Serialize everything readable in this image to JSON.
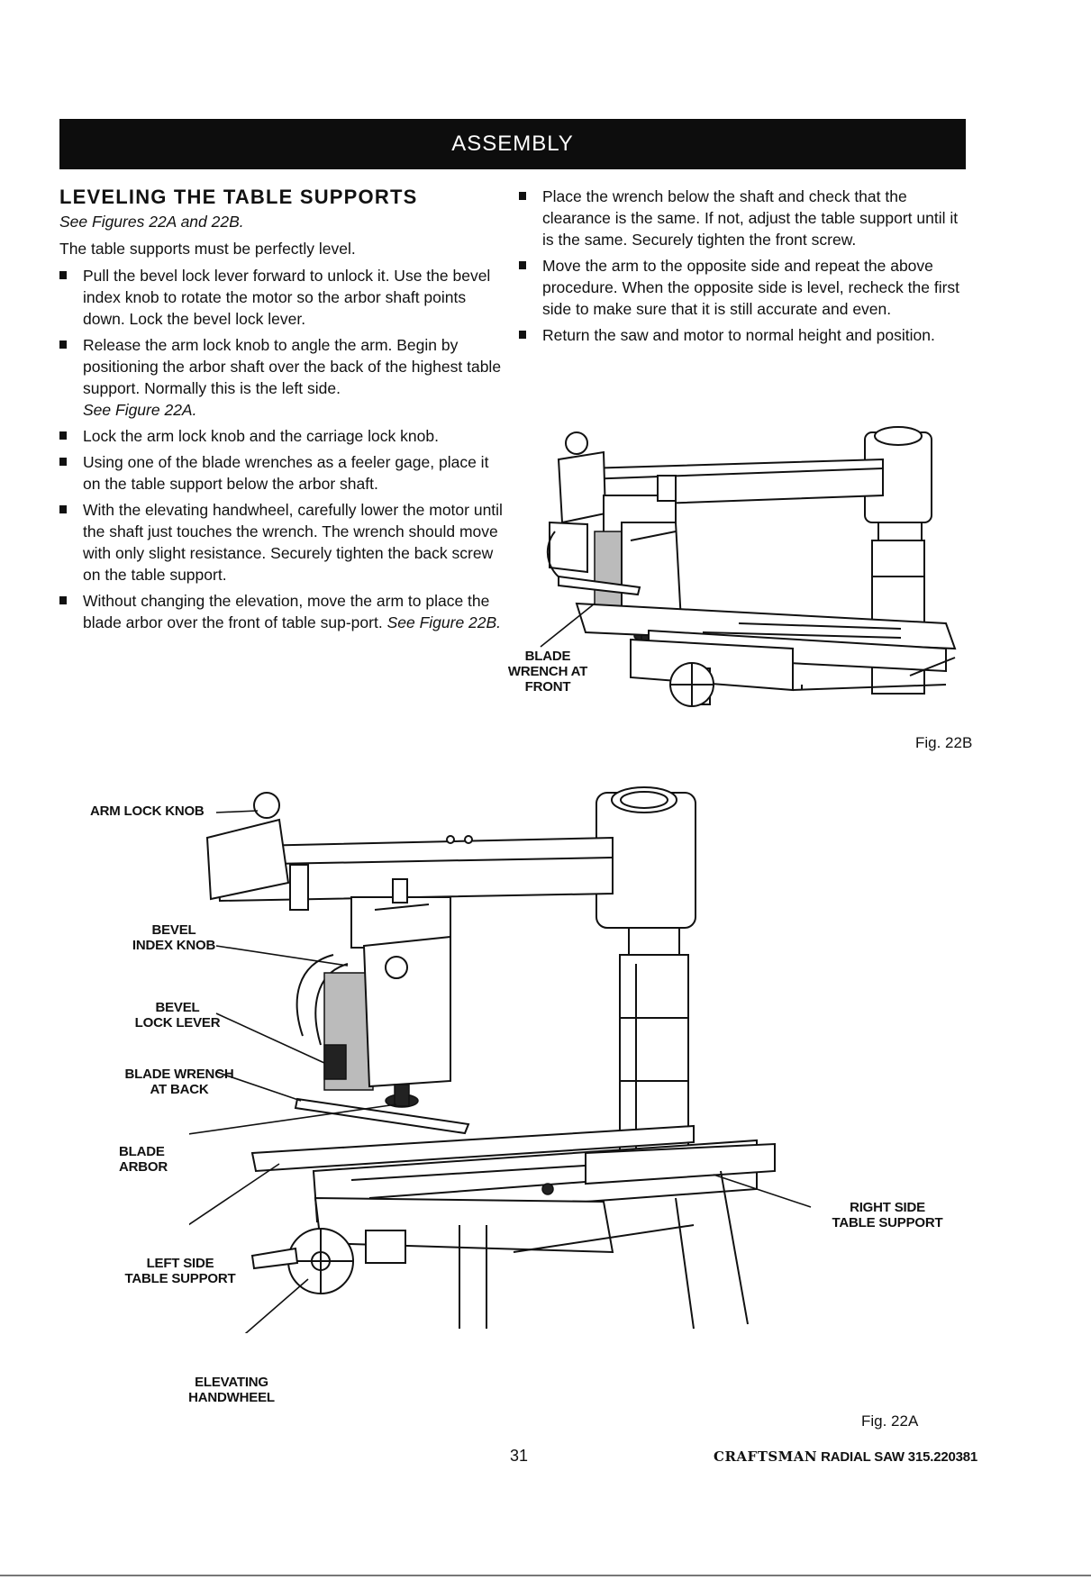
{
  "header": {
    "title": "ASSEMBLY"
  },
  "section": {
    "title": "LEVELING THE TABLE SUPPORTS",
    "see_figures": "See Figures 22A and 22B.",
    "intro": "The table supports must be perfectly level."
  },
  "left_bullets": [
    {
      "text": "Pull the bevel lock lever forward to unlock it. Use the bevel index knob to rotate the motor so the arbor shaft points down. Lock the bevel lock lever."
    },
    {
      "text": "Release the arm lock knob to angle the arm. Begin by positioning the arbor shaft over the back of the highest table support. Normally this is the left side.",
      "ref": "See Figure 22A."
    },
    {
      "text": "Lock the arm lock knob and the carriage lock knob."
    },
    {
      "text": "Using one of the blade wrenches as a feeler gage, place it on the table support below the arbor shaft."
    },
    {
      "text": "With the elevating handwheel, carefully lower the motor until the shaft just touches the wrench. The wrench should move with only slight resistance. Securely tighten the back screw on the table support."
    },
    {
      "text": "Without changing the elevation, move the arm to place the blade arbor over the front of table sup-port.",
      "ref": "See Figure 22B."
    }
  ],
  "right_bullets": [
    {
      "text": "Place the wrench below the shaft and check that the clearance is the same. If not, adjust the table support until it is the same. Securely tighten the front screw."
    },
    {
      "text": "Move the arm to the opposite side and repeat the above procedure. When the opposite side is level, recheck the first side to make sure that it is still accurate and even."
    },
    {
      "text": "Return the saw and motor to normal height and position."
    }
  ],
  "fig22b": {
    "caption": "Fig. 22B",
    "labels": {
      "blade_wrench_front": [
        "BLADE",
        "WRENCH AT",
        "FRONT"
      ]
    }
  },
  "fig22a": {
    "caption": "Fig. 22A",
    "labels": {
      "arm_lock_knob": "ARM LOCK KNOB",
      "bevel_index_knob": [
        "BEVEL",
        "INDEX KNOB"
      ],
      "bevel_lock_lever": [
        "BEVEL",
        "LOCK LEVER"
      ],
      "blade_wrench_back": [
        "BLADE WRENCH",
        "AT BACK"
      ],
      "blade_arbor": [
        "BLADE",
        "ARBOR"
      ],
      "left_side_support": [
        "LEFT SIDE",
        "TABLE SUPPORT"
      ],
      "right_side_support": [
        "RIGHT SIDE",
        "TABLE SUPPORT"
      ],
      "elevating_handwheel": [
        "ELEVATING",
        "HANDWHEEL"
      ]
    }
  },
  "footer": {
    "page_number": "31",
    "brand_logo": "CRAFTSMAN",
    "model": "RADIAL SAW 315.220381"
  }
}
